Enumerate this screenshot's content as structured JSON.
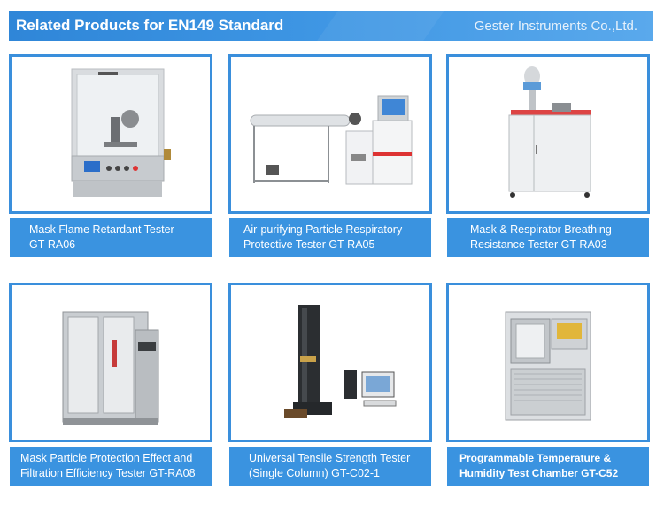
{
  "header": {
    "title": "Related Products for EN149 Standard",
    "company": "Gester Instruments Co.,Ltd."
  },
  "products": [
    {
      "line1": "Mask Flame Retardant Tester",
      "line2": "GT-RA06"
    },
    {
      "line1": "Air-purifying Particle Respiratory",
      "line2": "Protective Tester GT-RA05"
    },
    {
      "line1": "Mask & Respirator Breathing",
      "line2": "Resistance Tester GT-RA03"
    },
    {
      "line1": "Mask Particle Protection Effect and",
      "line2": "Filtration Efficiency Tester GT-RA08"
    },
    {
      "line1": "Universal Tensile Strength Tester",
      "line2": "(Single Column) GT-C02-1"
    },
    {
      "line1": "Programmable Temperature &",
      "line2": "Humidity Test Chamber GT-C52"
    }
  ],
  "colors": {
    "accent": "#3a8fdc",
    "caption_bg": "#3a93e0",
    "header_bg": "#2f86d8"
  }
}
